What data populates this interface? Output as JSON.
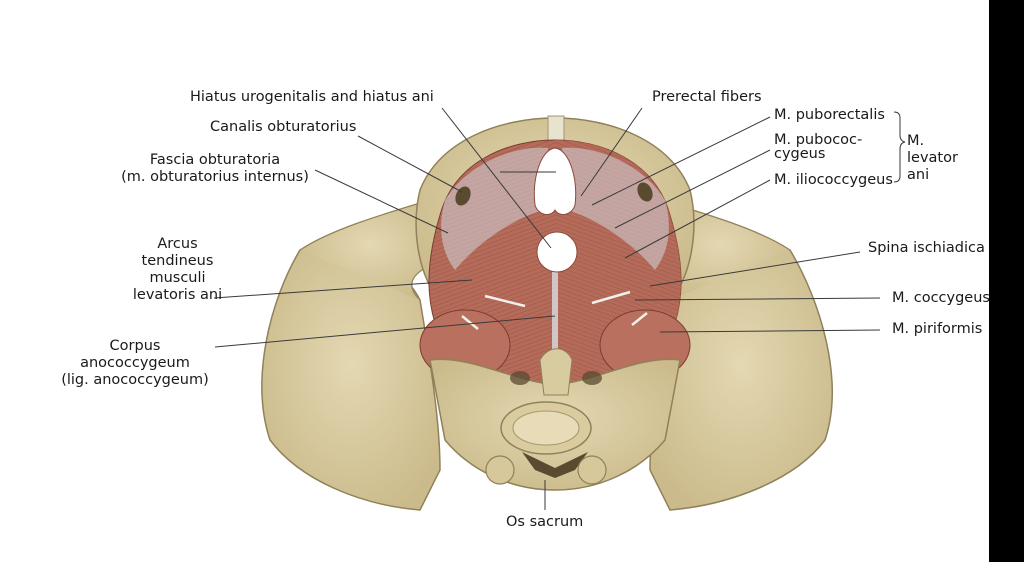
{
  "labels": {
    "hiatus": "Hiatus urogenitalis and hiatus ani",
    "canalis": "Canalis obturatorius",
    "fascia": [
      "Fascia obturatoria",
      "(m. obturatorius internus)"
    ],
    "arcus": [
      "Arcus",
      "tendineus",
      "musculi",
      "levatoris ani"
    ],
    "corpus": [
      "Corpus",
      "anococcygeum",
      "(lig. anococcygeum)"
    ],
    "os_sacrum": "Os sacrum",
    "prerectal": "Prerectal fibers",
    "puborectalis": "M. puborectalis",
    "pubococcygeus": [
      "M. pubococ-",
      "cygeus"
    ],
    "iliococcygeus": "M. iliococcygeus",
    "levator_ani": [
      "M.",
      "levator",
      "ani"
    ],
    "spina": "Spina ischiadica",
    "coccygeus": "M. coccygeus",
    "piriformis": "M. piriformis"
  },
  "colors": {
    "bone": "#d9cba0",
    "bone_shadow": "#b4a577",
    "muscle": "#b9705e",
    "muscle_dark": "#8e4a3c",
    "fascia": "#cfd6dc",
    "leader": "#3a3a3a",
    "side_bar": "#000000"
  }
}
